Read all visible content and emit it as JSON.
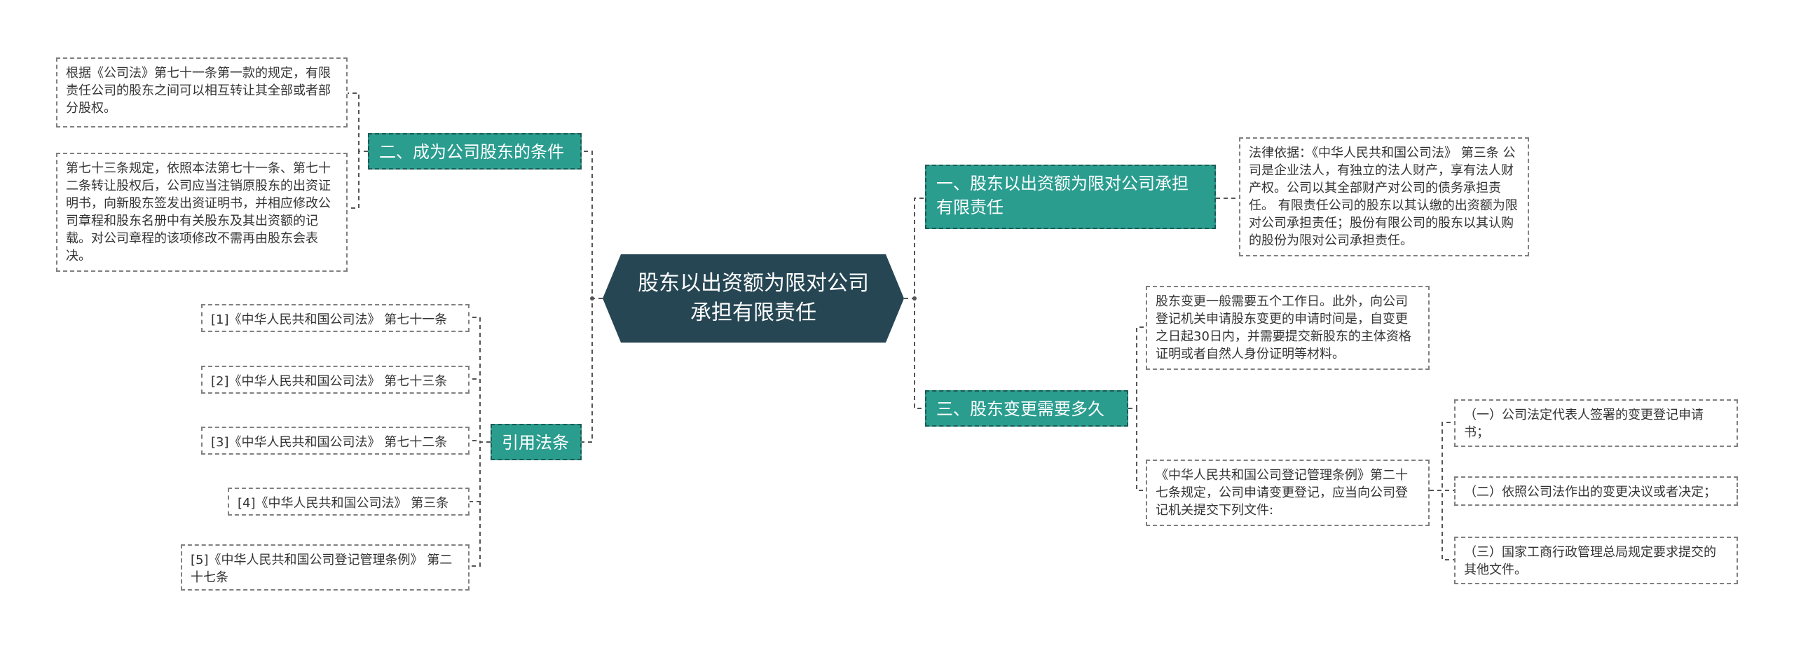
{
  "root": {
    "title": "股东以出资额为限对公司承担有限责任"
  },
  "branches": {
    "conditions": {
      "label": "二、成为公司股东的条件",
      "leaves": [
        "根据《公司法》第七十一条第一款的规定，有限责任公司的股东之间可以相互转让其全部或者部分股权。",
        "第七十三条规定，依照本法第七十一条、第七十二条转让股权后，公司应当注销原股东的出资证明书，向新股东签发出资证明书，并相应修改公司章程和股东名册中有关股东及其出资额的记载。对公司章程的该项修改不需再由股东会表决。"
      ]
    },
    "laws": {
      "label": "引用法条",
      "leaves": [
        "[1]《中华人民共和国公司法》 第七十一条",
        "[2]《中华人民共和国公司法》 第七十三条",
        "[3]《中华人民共和国公司法》 第七十二条",
        "[4]《中华人民共和国公司法》 第三条",
        "[5]《中华人民共和国公司登记管理条例》 第二十七条"
      ]
    },
    "limited": {
      "label": "一、股东以出资额为限对公司承担有限责任",
      "leaves": [
        "法律依据：《中华人民共和国公司法》 第三条 公司是企业法人，有独立的法人财产，享有法人财产权。公司以其全部财产对公司的债务承担责任。 有限责任公司的股东以其认缴的出资额为限对公司承担责任；股份有限公司的股东以其认购的股份为限对公司承担责任。"
      ]
    },
    "duration": {
      "label": "三、股东变更需要多久",
      "leaves": [
        "股东变更一般需要五个工作日。此外，向公司登记机关申请股东变更的申请时间是，自变更之日起30日内，并需要提交新股东的主体资格证明或者自然人身份证明等材料。",
        "《中华人民共和国公司登记管理条例》第二十七条规定，公司申请变更登记，应当向公司登记机关提交下列文件:"
      ],
      "sub_leaves": [
        "（一）公司法定代表人签署的变更登记申请书；",
        "（二）依照公司法作出的变更决议或者决定；",
        "（三）国家工商行政管理总局规定要求提交的其他文件。"
      ]
    }
  }
}
